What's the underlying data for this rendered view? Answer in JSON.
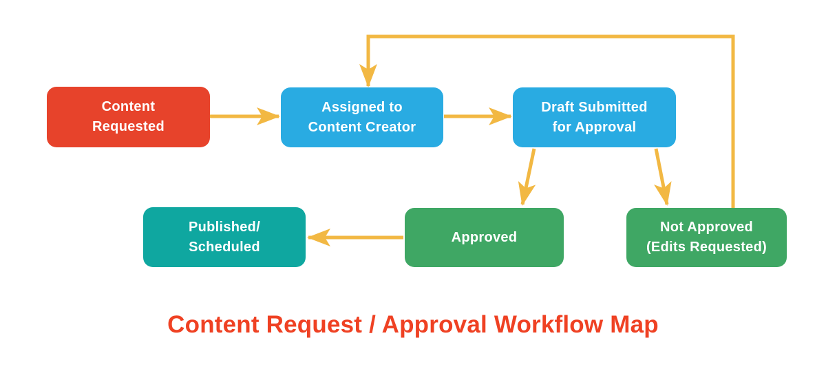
{
  "diagram": {
    "title": {
      "text": "Content Request / Approval Workflow Map",
      "color": "#EF4123"
    },
    "arrow_color": "#F2B843",
    "background_color": "#FFFFFF",
    "nodes": [
      {
        "id": "content-requested",
        "label": "Content\nRequested",
        "color": "#E7432B",
        "text_color": "#FFFFFF"
      },
      {
        "id": "assigned-to-content-creator",
        "label": "Assigned to\nContent Creator",
        "color": "#29ABE2",
        "text_color": "#FFFFFF"
      },
      {
        "id": "draft-submitted-for-approval",
        "label": "Draft Submitted\nfor Approval",
        "color": "#29ABE2",
        "text_color": "#FFFFFF"
      },
      {
        "id": "approved",
        "label": "Approved",
        "color": "#3FA764",
        "text_color": "#FFFFFF"
      },
      {
        "id": "not-approved",
        "label": "Not Approved\n(Edits Requested)",
        "color": "#3FA764",
        "text_color": "#FFFFFF"
      },
      {
        "id": "published-scheduled",
        "label": "Published/\nScheduled",
        "color": "#0FA7A0",
        "text_color": "#FFFFFF"
      }
    ],
    "edges": [
      {
        "from": "content-requested",
        "to": "assigned-to-content-creator"
      },
      {
        "from": "assigned-to-content-creator",
        "to": "draft-submitted-for-approval"
      },
      {
        "from": "draft-submitted-for-approval",
        "to": "approved"
      },
      {
        "from": "draft-submitted-for-approval",
        "to": "not-approved"
      },
      {
        "from": "not-approved",
        "to": "assigned-to-content-creator"
      },
      {
        "from": "approved",
        "to": "published-scheduled"
      }
    ]
  }
}
